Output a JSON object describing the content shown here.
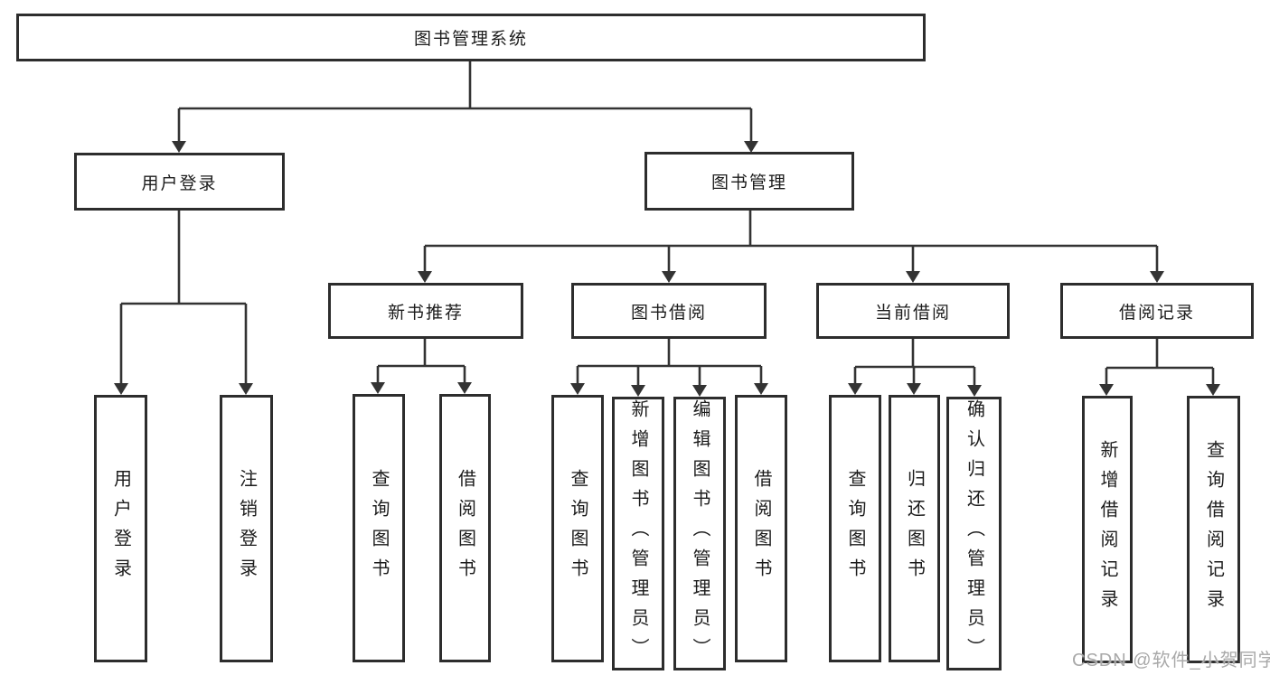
{
  "tree": {
    "root": "图书管理系统",
    "level2": [
      {
        "label": "用户登录",
        "children": [
          "用户登录",
          "注销登录"
        ]
      },
      {
        "label": "图书管理"
      }
    ],
    "level3": [
      {
        "label": "新书推荐",
        "children": [
          "查询图书",
          "借阅图书"
        ]
      },
      {
        "label": "图书借阅",
        "children": [
          "查询图书",
          "新增图书（管理员）",
          "编辑图书（管理员）",
          "借阅图书"
        ]
      },
      {
        "label": "当前借阅",
        "children": [
          "查询图书",
          "归还图书",
          "确认归还（管理员）"
        ]
      },
      {
        "label": "借阅记录",
        "children": [
          "新增借阅记录",
          "查询借阅记录"
        ]
      }
    ]
  },
  "watermark": {
    "text": "CSDN @软件_小贺同学"
  },
  "colors": {
    "line": "#333333",
    "border": "#2d2d2d",
    "text": "#1c1c1c",
    "watermark": "#a9a9a9",
    "bg": "#ffffff"
  }
}
